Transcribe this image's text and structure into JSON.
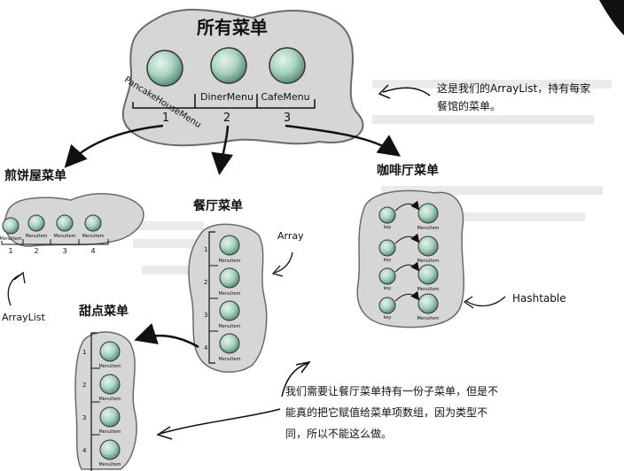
{
  "all_menus": {
    "title": "所有菜单",
    "items": [
      "PancakeHouseMenu",
      "DinerMenu",
      "CafeMenu"
    ],
    "indices": [
      "1",
      "2",
      "3"
    ]
  },
  "pancake_menu": {
    "title": "煎饼屋菜单",
    "item_label": "MenuItem",
    "indices": [
      "1",
      "2",
      "3",
      "4"
    ],
    "annotation": "ArrayList"
  },
  "diner_menu": {
    "title": "餐厅菜单",
    "item_label": "MenuItem",
    "indices": [
      "1",
      "2",
      "3",
      "4"
    ],
    "annotation": "Array"
  },
  "dessert_menu": {
    "title": "甜点菜单",
    "item_label": "MenuItem",
    "indices": [
      "1",
      "2",
      "3",
      "4"
    ]
  },
  "cafe_menu": {
    "title": "咖啡厅菜单",
    "key_label": "key",
    "item_label": "MenuItem",
    "annotation": "Hashtable"
  },
  "notes": {
    "arraylist_line1": "这是我们的ArrayList，持有每家",
    "arraylist_line2": "餐馆的菜单。",
    "bottom_line1": "我们需要让餐厅菜单持有一份子菜单，但是不",
    "bottom_line2": "能真的把它赋值给菜单项数组，因为类型不",
    "bottom_line3": "同，所以不能这么做。"
  },
  "colors": {
    "blob": "#d6d6d6",
    "blob_stroke": "#6a6a6a",
    "ball": "#a9d4c0",
    "ball_dark": "#5f8f7d"
  }
}
